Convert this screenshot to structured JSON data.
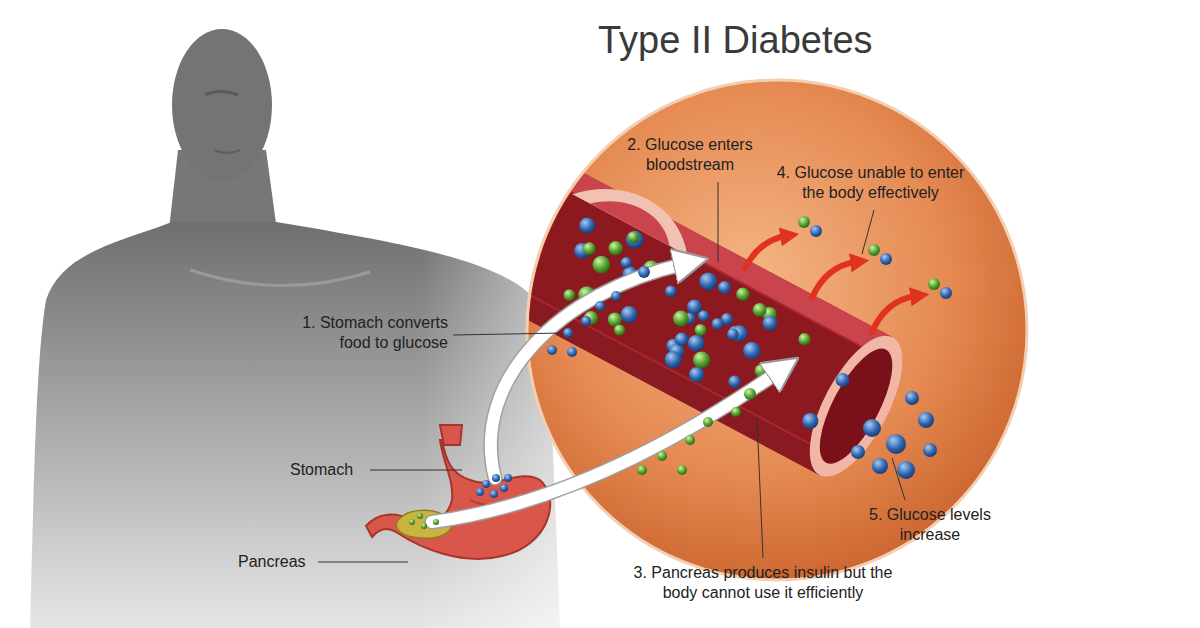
{
  "diagram": {
    "title": "Type II Diabetes",
    "labels": [
      "2. Glucose enters bloodstream",
      "4. Glucose unable to enter the body effectively",
      "1. Stomach converts food to glucose",
      "Stomach",
      "5. Glucose levels increase",
      "Pancreas",
      "3. Pancreas produces insulin but the body cannot use it efficiently"
    ]
  }
}
